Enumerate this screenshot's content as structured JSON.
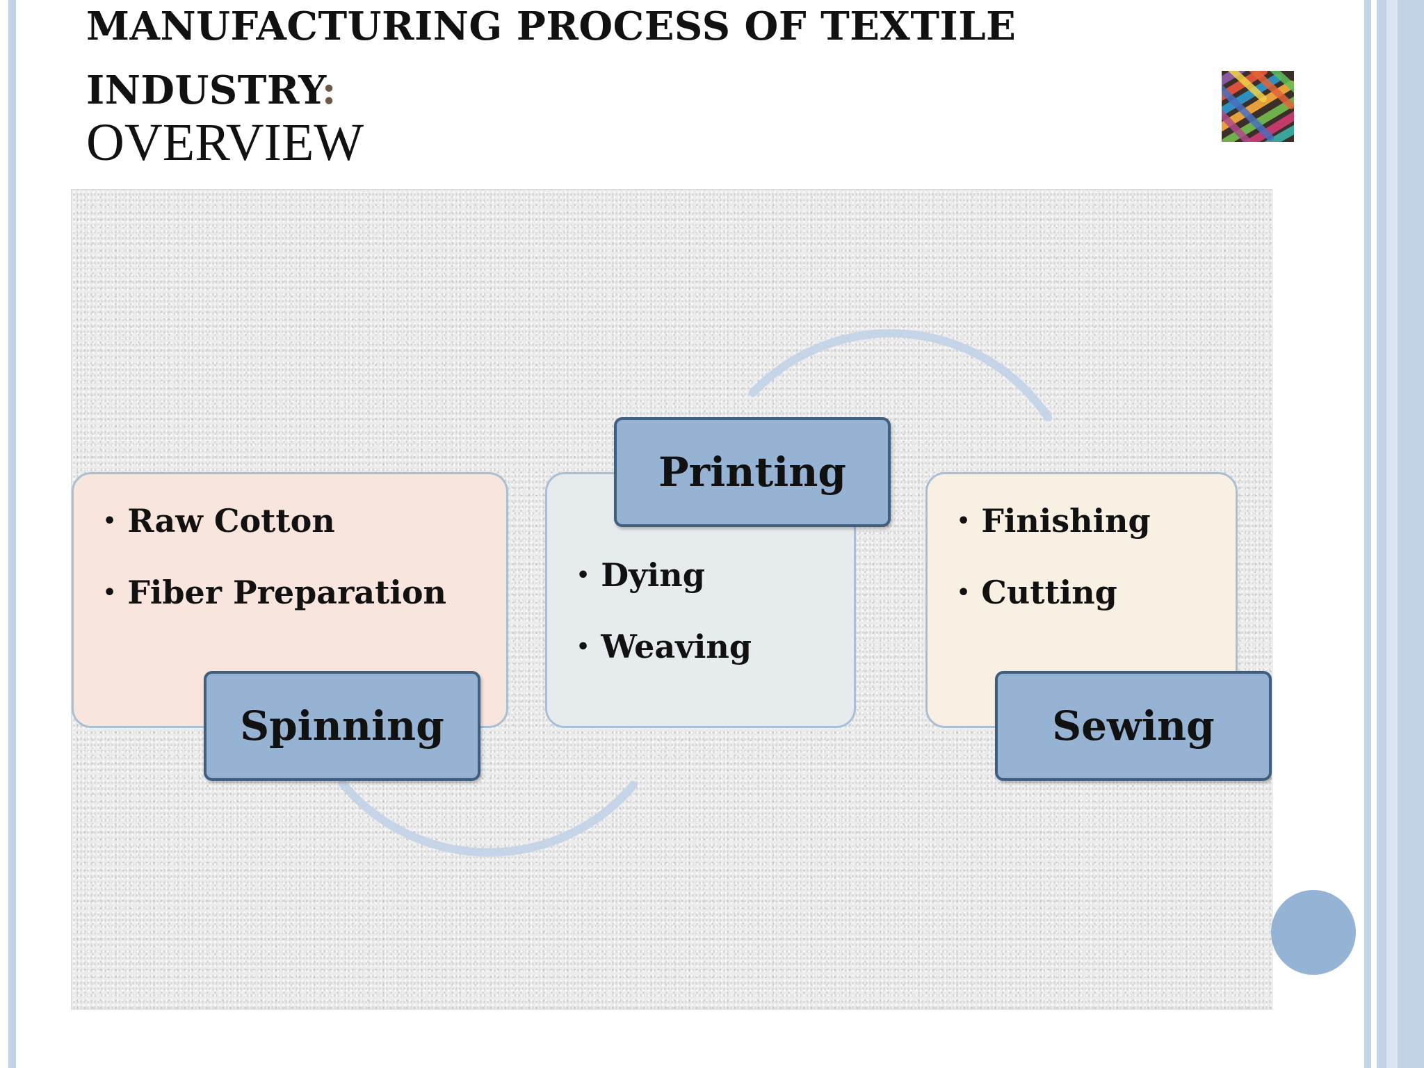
{
  "slide": {
    "title": "MANUFACTURING PROCESS OF TEXTILE INDUSTRY",
    "title_colon": ":",
    "subtitle": "OVERVIEW"
  },
  "diagram": {
    "stages": [
      {
        "label": "Spinning",
        "items": [
          "Raw Cotton",
          "Fiber Preparation"
        ]
      },
      {
        "label": "Printing",
        "items": [
          "Dying",
          "Weaving"
        ]
      },
      {
        "label": "Sewing",
        "items": [
          "Finishing",
          "Cutting"
        ]
      }
    ]
  },
  "colors": {
    "label_fill": "#96b3d3",
    "label_border": "#3f5f80",
    "card_border": "#a9bfd6",
    "card_spinning": "#f8e5dd",
    "card_printing": "#e6ebee",
    "card_sewing": "#f8f0e2",
    "frame_accent": "#c3d3e6"
  }
}
